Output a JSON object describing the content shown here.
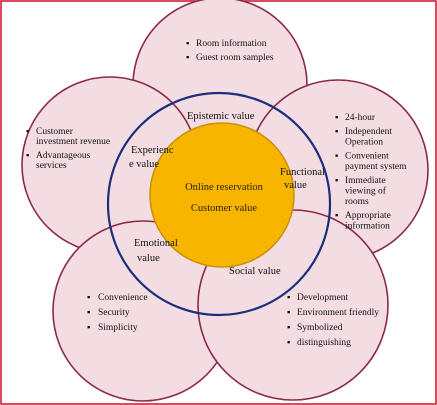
{
  "colors": {
    "frame": "#c8102e",
    "petal_fill": "#f4dde2",
    "petal_stroke": "#8a2a48",
    "ring_stroke": "#1b2f7a",
    "core_fill": "#f7b500",
    "core_stroke": "#c98f00"
  },
  "core": {
    "line1": "Online reservation",
    "line2": "Customer value"
  },
  "values": {
    "epistemic": "Epistemic value",
    "experience_1": "Experienc",
    "experience_2": "e value",
    "functional_1": "Functional",
    "functional_2": "value",
    "emotional_1": "Emotional",
    "emotional_2": "value",
    "social": "Social value"
  },
  "petals": {
    "top": [
      "Room information",
      "Guest room samples"
    ],
    "left": [
      [
        "Customer",
        "investment revenue"
      ],
      [
        "Advantageous",
        "services"
      ]
    ],
    "right": [
      [
        "24-hour"
      ],
      [
        "Independent",
        "Operation"
      ],
      [
        "Convenient",
        "payment system"
      ],
      [
        "Immediate",
        "viewing of",
        "rooms"
      ],
      [
        "Appropriate",
        "information"
      ]
    ],
    "bottom_left": [
      "Convenience",
      "Security",
      "Simplicity"
    ],
    "bottom_right": [
      "Development",
      "Environment friendly",
      "Symbolized",
      "distinguishing"
    ]
  },
  "bullet_icon": "bullet-icon"
}
